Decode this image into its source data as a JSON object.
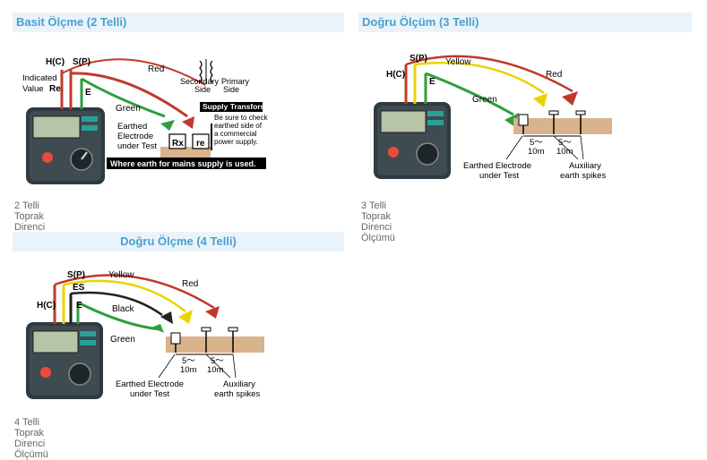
{
  "sections": [
    {
      "title": "Basit Ölçme (2 Telli)",
      "caption": "2 Telli Toprak Direnci Ölçümü",
      "labels": {
        "hc": "H(C)",
        "sp": "S(P)",
        "e": "E",
        "indicated": "Indicated",
        "value": "Value",
        "re": "Re",
        "red": "Red",
        "green": "Green",
        "secondary": "Secondary",
        "side1": "Side",
        "primary": "Primary",
        "side2": "Side",
        "supply_transformer": "Supply Transformer",
        "note1": "Be sure to check",
        "note2": "earthed side of",
        "note3": "a commercial",
        "note4": "power supply.",
        "earthed1": "Earthed",
        "earthed2": "Electrode",
        "earthed3": "under Test",
        "rx": "Rx",
        "re_box": "re",
        "banner": "Where earth for mains supply is used."
      }
    },
    {
      "title": "Doğru Ölçüm (3 Telli)",
      "caption": "3 Telli Toprak Direnci Ölçümü",
      "labels": {
        "hc": "H(C)",
        "sp": "S(P)",
        "e": "E",
        "yellow": "Yellow",
        "red": "Red",
        "green": "Green",
        "d1a": "5～",
        "d1b": "10m",
        "d2a": "5～",
        "d2b": "10m",
        "earthed1": "Earthed Electrode",
        "earthed2": "under Test",
        "aux1": "Auxiliary",
        "aux2": "earth spikes"
      }
    },
    {
      "title": "Doğru Ölçme (4 Telli)",
      "caption": "4 Telli Toprak Direnci Ölçümü",
      "labels": {
        "hc": "H(C)",
        "sp": "S(P)",
        "es": "ES",
        "e": "E",
        "yellow": "Yellow",
        "red": "Red",
        "black": "Black",
        "green": "Green",
        "d1a": "5～",
        "d1b": "10m",
        "d2a": "5～",
        "d2b": "10m",
        "earthed1": "Earthed Electrode",
        "earthed2": "under Test",
        "aux1": "Auxiliary",
        "aux2": "earth spikes"
      }
    }
  ],
  "colors": {
    "header_bg": "#eaf3f9",
    "header_text": "#4a9fcf",
    "caption_text": "#666666",
    "wire_red": "#c0392b",
    "wire_yellow": "#e8d400",
    "wire_green": "#2e9e3e",
    "wire_black": "#222222",
    "meter_body": "#2f3b40",
    "meter_accent": "#2aa198"
  }
}
